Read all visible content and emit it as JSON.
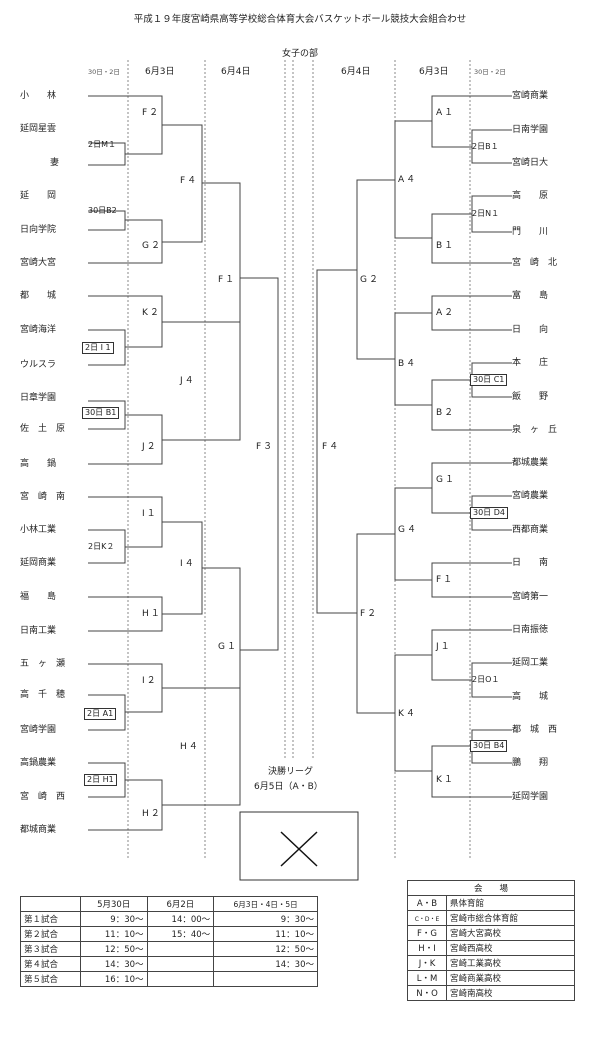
{
  "title": "平成１９年度宮崎県高等学校総合体育大会バスケットボール競技大会組合わせ",
  "division": "女子の部",
  "col_headers": {
    "left_small": "30日・2日",
    "left_outer": "6月3日",
    "left_inner": "6月4日",
    "right_inner": "6月4日",
    "right_outer": "6月3日",
    "right_small": "30日・2日"
  },
  "left_teams": [
    "小　　林",
    "延岡星雲",
    "妻",
    "延　　岡",
    "日向学院",
    "宮崎大宮",
    "都　　城",
    "宮崎海洋",
    "ウルスラ",
    "日章学園",
    "佐　土　原",
    "高　　鍋",
    "宮　崎　南",
    "小林工業",
    "延岡商業",
    "福　　島",
    "日南工業",
    "五　ヶ　瀬",
    "高　千　穂",
    "宮崎学園",
    "高鍋農業",
    "宮　崎　西",
    "都城商業"
  ],
  "right_teams": [
    "宮崎商業",
    "日南学園",
    "宮崎日大",
    "高　　原",
    "門　　川",
    "宮　崎　北",
    "富　　島",
    "日　　向",
    "本　　庄",
    "飯　　野",
    "泉　ヶ　丘",
    "都城農業",
    "宮崎農業",
    "西都商業",
    "日　　南",
    "宮崎第一",
    "日南振徳",
    "延岡工業",
    "高　　城",
    "都　城　西",
    "鵬　　翔",
    "延岡学園"
  ],
  "left_prelim": [
    "2日M１",
    "30日B2",
    "2日 I 1",
    "30日 B1",
    "2日K２",
    "2日 A1",
    "2日 H1"
  ],
  "right_prelim": [
    "2日B１",
    "2日N１",
    "30日 C1",
    "30日 D4",
    "2日O１",
    "30日 B4"
  ],
  "left_matches": [
    "F２",
    "G２",
    "K２",
    "J２",
    "I１",
    "H１",
    "I２",
    "H２",
    "F４",
    "J４",
    "I４",
    "H４",
    "F１",
    "G１",
    "F３"
  ],
  "right_matches": [
    "A１",
    "B１",
    "A２",
    "B２",
    "G１",
    "F１",
    "J１",
    "K１",
    "A４",
    "B４",
    "G４",
    "K４",
    "G２",
    "F２",
    "F４"
  ],
  "final_league": {
    "label": "決勝リーグ",
    "date": "6月5日（A・B）"
  },
  "schedule": {
    "headers": [
      "",
      "5月30日",
      "6月2日",
      "6月3日・4日・5日"
    ],
    "rows": [
      [
        "第１試合",
        "9：30～",
        "14：00～",
        "9：30～"
      ],
      [
        "第２試合",
        "11：10～",
        "15：40～",
        "11：10～"
      ],
      [
        "第３試合",
        "12：50～",
        "",
        "12：50～"
      ],
      [
        "第４試合",
        "14：30～",
        "",
        "14：30～"
      ],
      [
        "第５試合",
        "16：10～",
        "",
        ""
      ]
    ]
  },
  "venues": {
    "header": "会　　場",
    "rows": [
      [
        "A・B",
        "県体育館"
      ],
      [
        "C・D・E",
        "宮崎市総合体育館"
      ],
      [
        "F・G",
        "宮崎大宮高校"
      ],
      [
        "H・I",
        "宮崎西高校"
      ],
      [
        "J・K",
        "宮崎工業高校"
      ],
      [
        "L・M",
        "宮崎商業高校"
      ],
      [
        "N・O",
        "宮崎南高校"
      ]
    ]
  }
}
